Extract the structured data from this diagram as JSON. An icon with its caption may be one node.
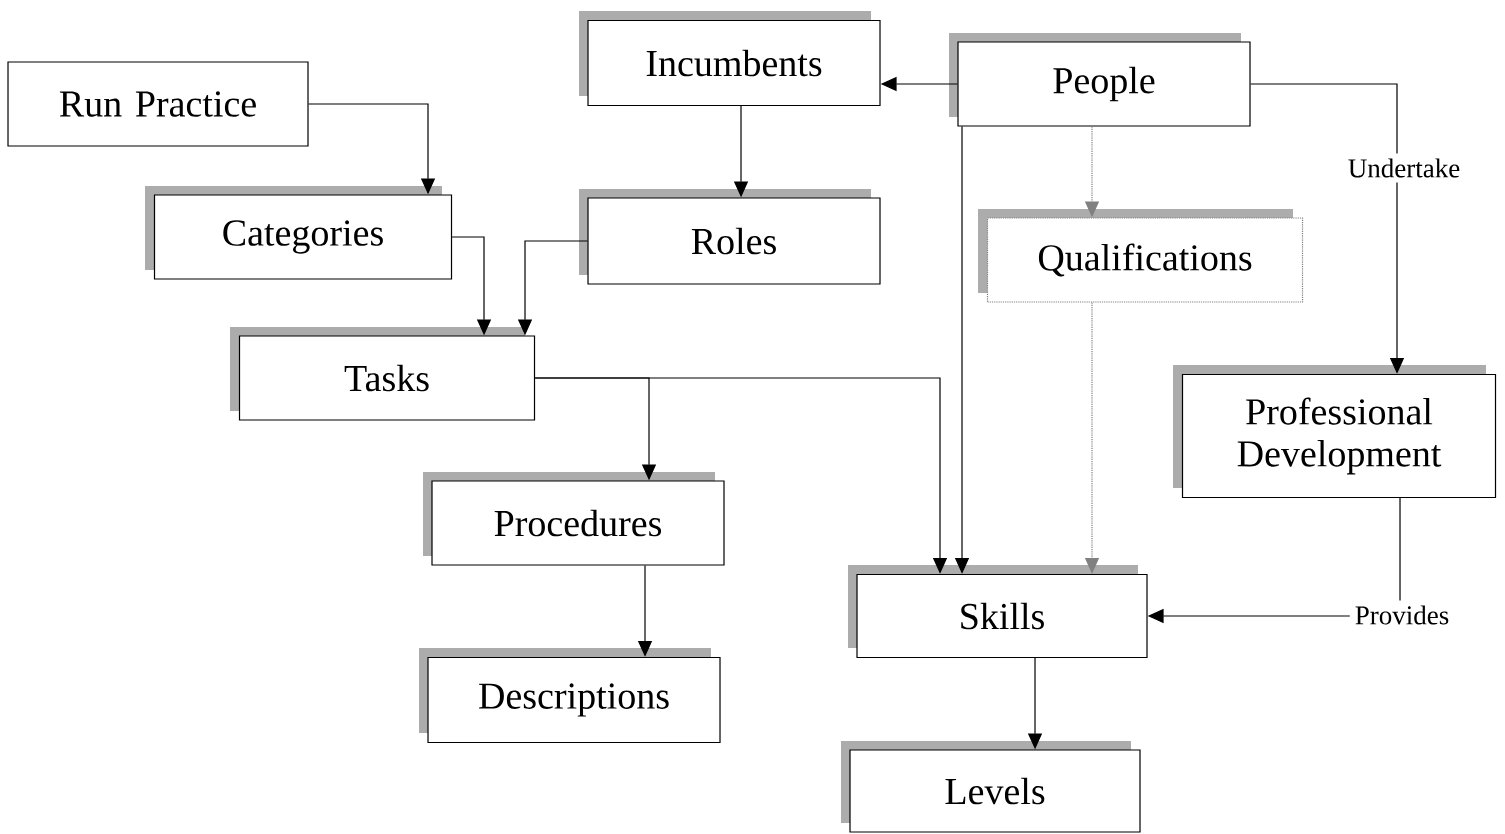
{
  "diagram": {
    "nodes": [
      {
        "text": [
          "Run Practice"
        ]
      },
      {
        "text": [
          "Incumbents"
        ]
      },
      {
        "text": [
          "People"
        ]
      },
      {
        "text": [
          "Categories"
        ]
      },
      {
        "text": [
          "Roles"
        ]
      },
      {
        "text": [
          "Qualifications"
        ]
      },
      {
        "text": [
          "Tasks"
        ]
      },
      {
        "text": [
          "Professional Development"
        ]
      },
      {
        "text": [
          "Procedures"
        ]
      },
      {
        "text": [
          "Skills"
        ]
      },
      {
        "text": [
          "Descriptions"
        ]
      },
      {
        "text": [
          "Levels"
        ]
      }
    ],
    "edges": [
      {
        "from": 0,
        "to": 3,
        "arrow": "to"
      },
      {
        "from": 2,
        "to": 1,
        "arrow": "to"
      },
      {
        "from": 1,
        "to": 4,
        "arrow": "to"
      },
      {
        "from": 3,
        "to": 6,
        "arrow": "to"
      },
      {
        "from": 4,
        "to": 6,
        "arrow": "to"
      },
      {
        "from": 2,
        "to": 5,
        "arrow": "to",
        "style": "dashed",
        "color": "#808080"
      },
      {
        "from": 2,
        "to": 7,
        "arrow": "to",
        "label": "Undertake"
      },
      {
        "from": 2,
        "to": 9,
        "arrow": "to"
      },
      {
        "from": 6,
        "to": 8,
        "arrow": "to"
      },
      {
        "from": 6,
        "to": 9,
        "arrow": "to"
      },
      {
        "from": 5,
        "to": 9,
        "arrow": "to",
        "style": "dashed",
        "color": "#808080"
      },
      {
        "from": 7,
        "to": 9,
        "arrow": "to",
        "label": "Provides"
      },
      {
        "from": 8,
        "to": 10,
        "arrow": "to"
      },
      {
        "from": 9,
        "to": 11,
        "arrow": "to"
      }
    ]
  }
}
